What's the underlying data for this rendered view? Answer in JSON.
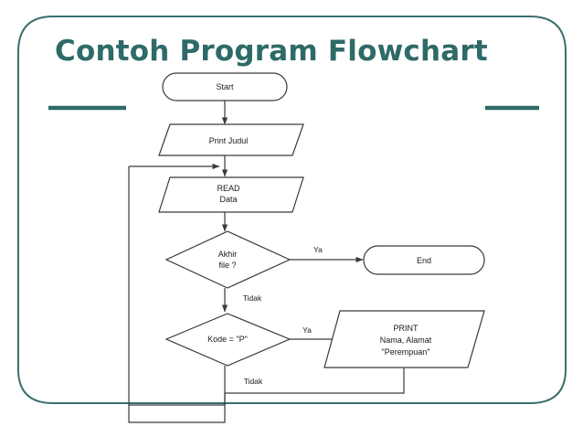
{
  "slide": {
    "title": "Contoh Program Flowchart",
    "theme": {
      "accent": "#2e6a68",
      "frame_stroke": "#3b6f6e",
      "node_stroke": "#3a3a3a",
      "node_fill": "#ffffff",
      "background": "#ffffff",
      "text": "#1a1a1a"
    }
  },
  "flowchart": {
    "nodes": {
      "start": {
        "type": "terminator",
        "label": "Start"
      },
      "print_judul": {
        "type": "io",
        "label": "Print Judul"
      },
      "read_data": {
        "type": "io",
        "line1": "READ",
        "line2": "Data"
      },
      "akhir_file": {
        "type": "decision",
        "line1": "Akhir",
        "line2": "file ?"
      },
      "end": {
        "type": "terminator",
        "label": "End"
      },
      "kode_p": {
        "type": "decision",
        "label": "Kode = \"P\""
      },
      "print_nama": {
        "type": "io",
        "line1": "PRINT",
        "line2": "Nama, Alamat",
        "line3": "\"Perempuan\""
      }
    },
    "edge_labels": {
      "akhir_ya": "Ya",
      "akhir_tidak": "Tidak",
      "kode_ya": "Ya",
      "kode_tidak": "Tidak"
    }
  }
}
